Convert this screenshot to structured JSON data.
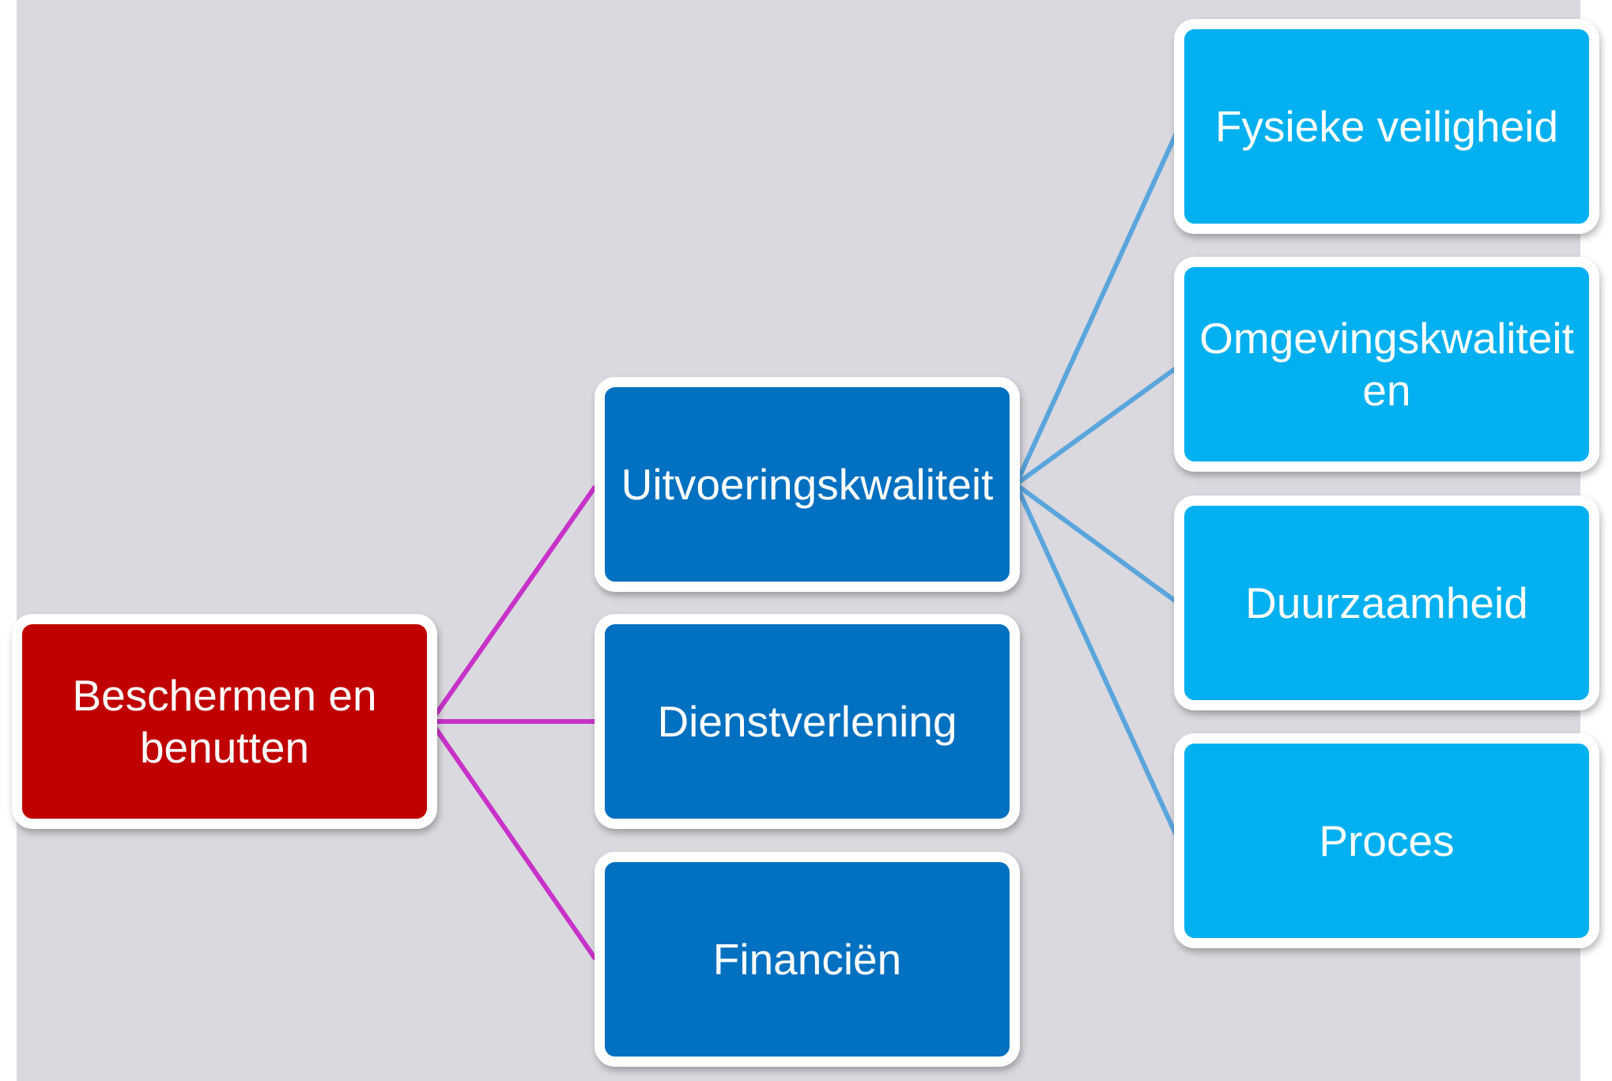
{
  "root": {
    "label": "Beschermen en benutten"
  },
  "level1": [
    {
      "label": "Uitvoeringskwaliteit"
    },
    {
      "label": "Dienstverlening"
    },
    {
      "label": "Financiën"
    }
  ],
  "level2": [
    {
      "label": "Fysieke veiligheid"
    },
    {
      "label": "Omgevingskwaliteit en"
    },
    {
      "label": "Duurzaamheid"
    },
    {
      "label": "Proces"
    }
  ],
  "colors": {
    "background": "#dad9df",
    "root_fill": "#c00000",
    "level1_fill": "#0070c0",
    "level2_fill": "#00b0f0",
    "root_connector": "#c832c8",
    "level1_connector": "#5aa5dc"
  }
}
